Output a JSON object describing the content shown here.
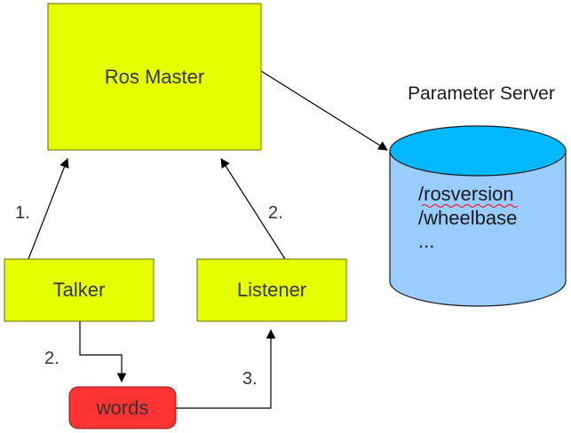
{
  "colors": {
    "node_fill": "#e6ff00",
    "node_stroke": "#6b6b00",
    "topic_fill": "#ff3333",
    "topic_stroke": "#8a1a1a",
    "db_top_fill": "#00b8ff",
    "db_body_fill": "#99ccff",
    "db_stroke": "#1a1a1a",
    "edge": "#000000",
    "spellcheck_underline": "#ff0000"
  },
  "nodes": {
    "ros_master": "Ros Master",
    "talker": "Talker",
    "listener": "Listener",
    "topic_words": "words"
  },
  "parameter_server": {
    "title": "Parameter Server",
    "entries": [
      "/rosversion",
      "/wheelbase",
      "..."
    ]
  },
  "steps": {
    "talker_register": "1.",
    "listener_register": "2.",
    "talker_publish": "2.",
    "listener_subscribe": "3."
  }
}
